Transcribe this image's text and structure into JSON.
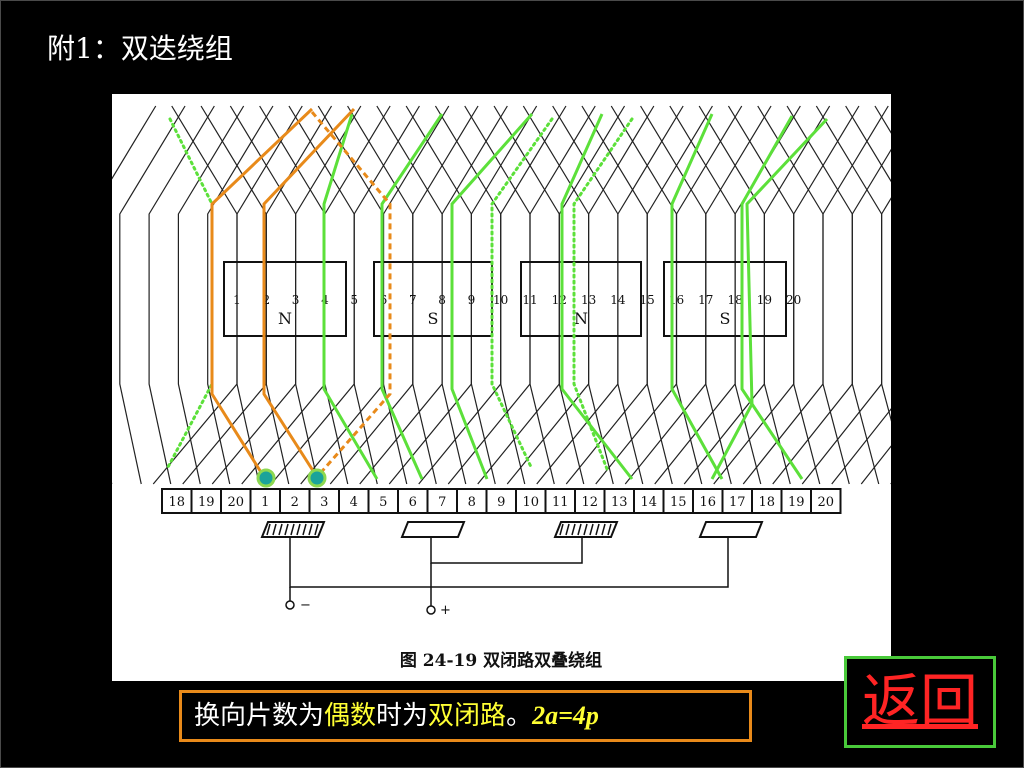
{
  "slide": {
    "title": "附1：双迭绕组"
  },
  "figure": {
    "caption": "图 24-19    双闭路双叠绕组",
    "pole_labels": [
      "N",
      "S",
      "N",
      "S"
    ],
    "slot_numbers": [
      "1",
      "2",
      "3",
      "4",
      "5",
      "6",
      "7",
      "8",
      "9",
      "10",
      "11",
      "12",
      "13",
      "14",
      "15",
      "16",
      "17",
      "18",
      "19",
      "20"
    ],
    "commutator_segments": [
      "18",
      "19",
      "20",
      "1",
      "2",
      "3",
      "4",
      "5",
      "6",
      "7",
      "8",
      "9",
      "10",
      "11",
      "12",
      "13",
      "14",
      "15",
      "16",
      "17",
      "18",
      "19",
      "20"
    ],
    "terminal_negative": "−",
    "terminal_positive": "+"
  },
  "caption_box": {
    "part1": "换向片数为",
    "highlight1": "偶数",
    "part2": "时为",
    "highlight2": "双闭路",
    "part3": "。",
    "formula": "2a=4p"
  },
  "back_button": {
    "label": "返回"
  },
  "colors": {
    "background": "#000000",
    "orange_path": "#e88a1a",
    "green_path": "#5ce03a",
    "caption_border": "#e88a1a",
    "button_border": "#49c93a",
    "button_text": "#ff2424",
    "highlight_text": "#ffff33"
  }
}
